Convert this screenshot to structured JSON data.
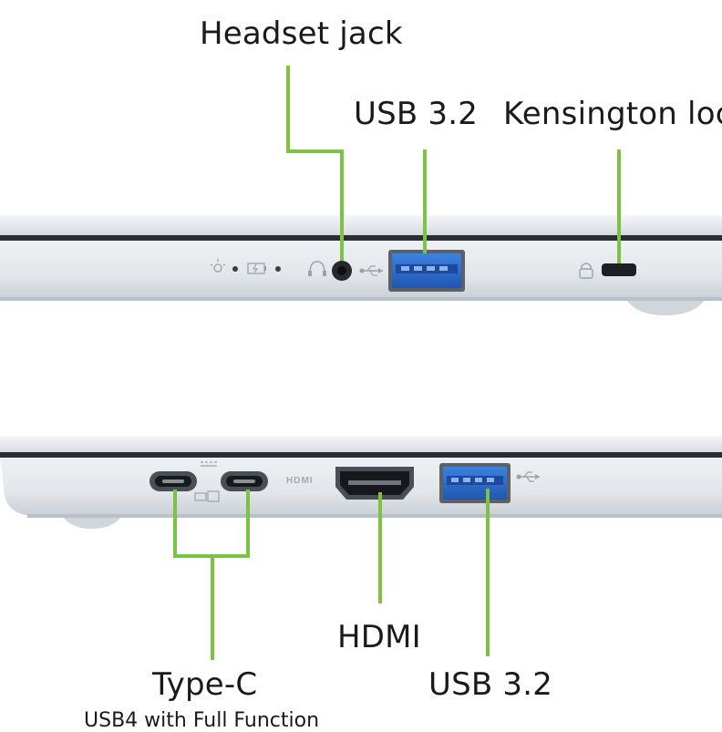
{
  "top_panel": {
    "labels": {
      "headset_jack": "Headset jack",
      "usb_top": "USB 3.2",
      "kensington": "Kensington loc"
    }
  },
  "bottom_panel": {
    "labels": {
      "type_c": "Type-C",
      "type_c_sub": "USB4 with Full Function",
      "hdmi": "HDMI",
      "usb_bottom": "USB 3.2",
      "hdmi_silkscreen": "HDMI"
    }
  },
  "colors": {
    "callout": "#7dc242",
    "chassis": "#e6e9ec",
    "port_blue": "#2f6fd0"
  }
}
